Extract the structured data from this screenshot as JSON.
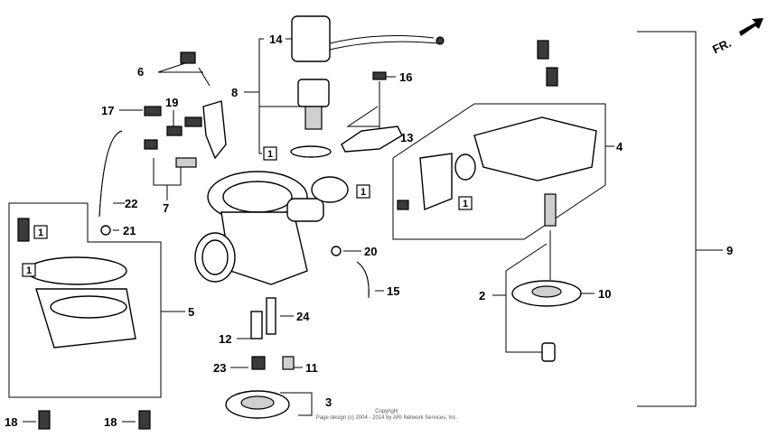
{
  "direction_label": "FR.",
  "copyright": {
    "line1": "Copyright",
    "line2": "Page design (c) 2004 - 2014 by ARI Network Services, Inc."
  },
  "box_marker": "1",
  "callouts": {
    "c1": "1",
    "c2": "2",
    "c3": "3",
    "c4": "4",
    "c5": "5",
    "c6": "6",
    "c7": "7",
    "c8": "8",
    "c9": "9",
    "c10": "10",
    "c11": "11",
    "c12": "12",
    "c13": "13",
    "c14": "14",
    "c15": "15",
    "c16": "16",
    "c17": "17",
    "c18a": "18",
    "c18b": "18",
    "c19": "19",
    "c20": "20",
    "c21": "21",
    "c22": "22",
    "c23": "23",
    "c24": "24"
  },
  "colors": {
    "ink": "#000000",
    "paper": "#ffffff",
    "shade": "#3a3a3a"
  }
}
